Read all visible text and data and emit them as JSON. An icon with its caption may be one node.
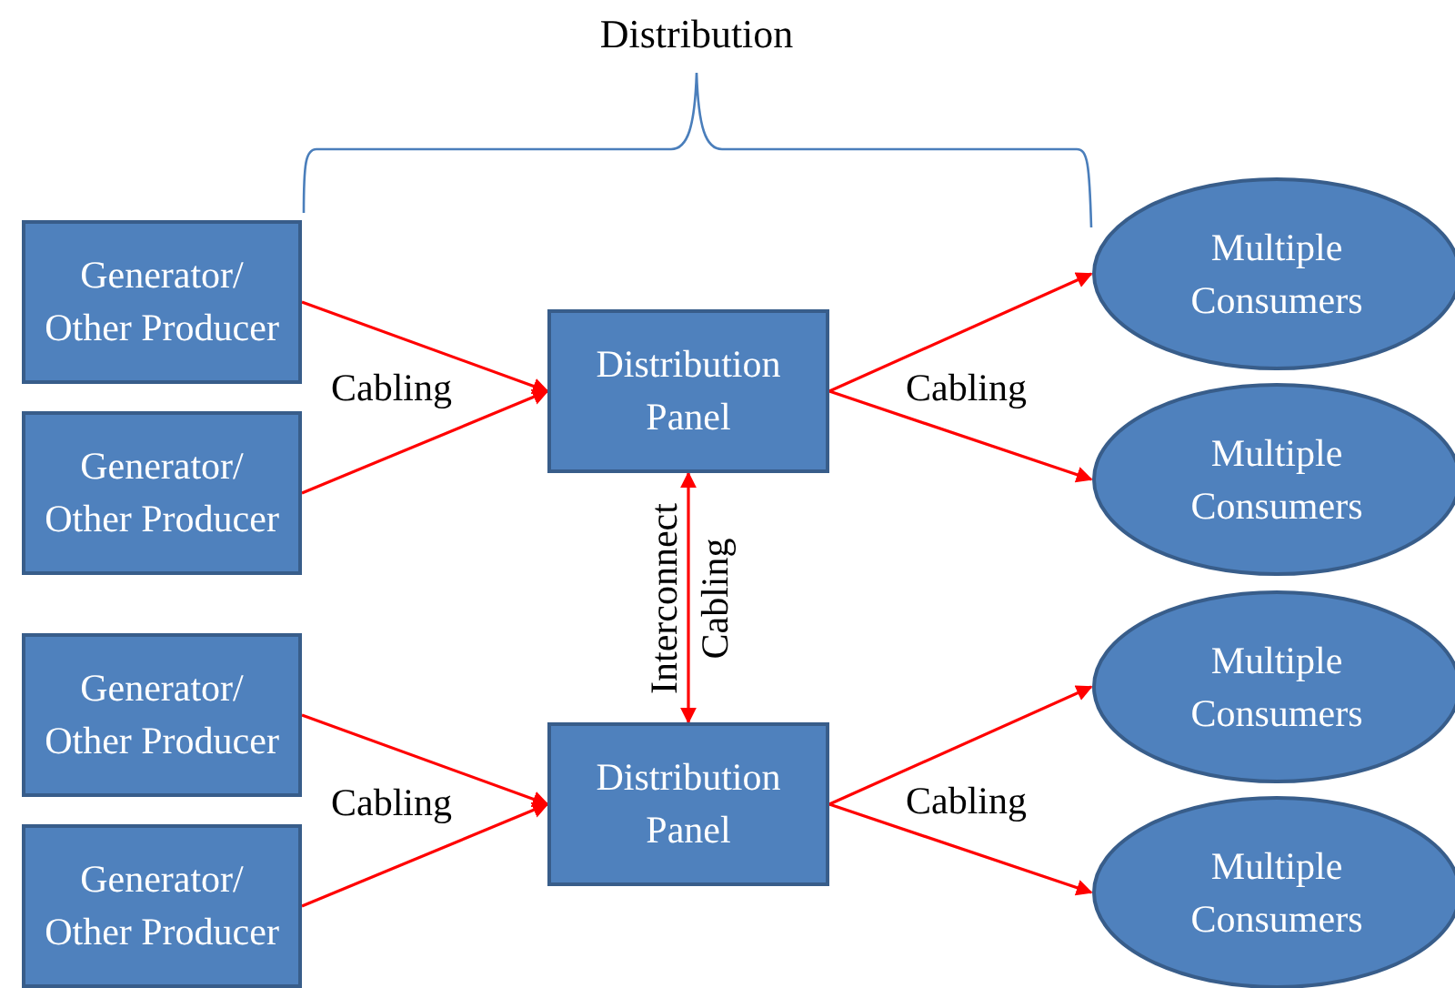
{
  "diagram": {
    "title": "Distribution",
    "nodes": [
      {
        "text": [
          "Generator/ Other Producer"
        ]
      },
      {
        "text": [
          "Generator/ Other Producer"
        ]
      },
      {
        "text": [
          "Distribution Panel"
        ]
      },
      {
        "text": [
          "Multiple Consumers"
        ]
      },
      {
        "text": [
          "Multiple Consumers"
        ]
      },
      {
        "text": [
          "Generator/ Other Producer"
        ]
      },
      {
        "text": [
          "Generator/ Other Producer"
        ]
      },
      {
        "text": [
          "Distribution Panel"
        ]
      },
      {
        "text": [
          "Multiple Consumers"
        ]
      },
      {
        "text": [
          "Multiple Consumers"
        ]
      }
    ],
    "edges": [
      {
        "from": 0,
        "to": 2,
        "arrow": "to"
      },
      {
        "from": 1,
        "to": 2,
        "arrow": "to"
      },
      {
        "from": 2,
        "to": 3,
        "arrow": "to"
      },
      {
        "from": 2,
        "to": 4,
        "arrow": "to"
      },
      {
        "from": 2,
        "to": 7,
        "arrow": "both",
        "label": "Interconnect Cabling"
      },
      {
        "from": 5,
        "to": 7,
        "arrow": "to"
      },
      {
        "from": 6,
        "to": 7,
        "arrow": "to"
      },
      {
        "from": 7,
        "to": 8,
        "arrow": "to"
      },
      {
        "from": 7,
        "to": 9,
        "arrow": "to"
      }
    ],
    "labels": [
      "Cabling",
      "Cabling",
      "Cabling",
      "Cabling"
    ]
  }
}
